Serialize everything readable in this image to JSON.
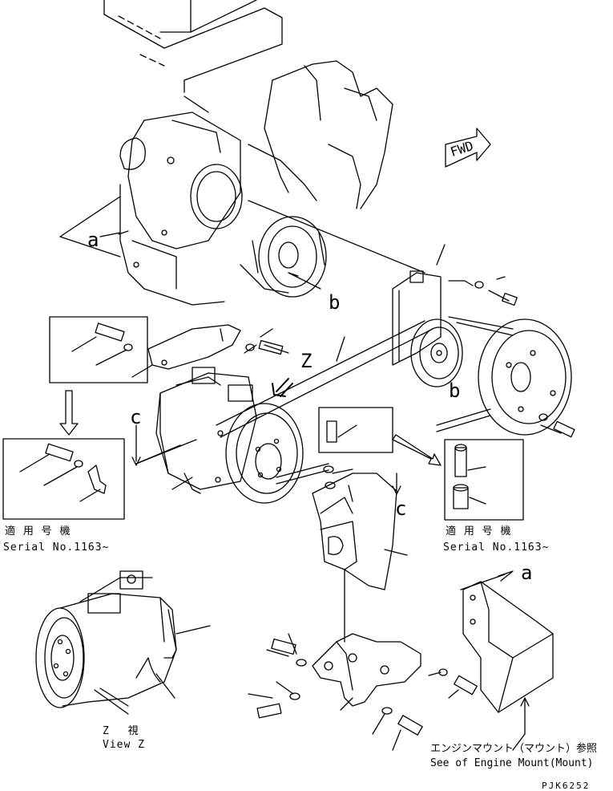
{
  "callouts": {
    "a_left": "a",
    "b_upper": "b",
    "z": "Z",
    "b_lower": "b",
    "c_left": "c",
    "c_right": "c",
    "a_right": "a"
  },
  "fwd_label": "FWD",
  "notes": {
    "left_jp": "適 用 号 機",
    "left_serial": "Serial No.1163~",
    "right_jp": "適 用 号 機",
    "right_serial": "Serial No.1163~",
    "view_jp": "Z　 視",
    "view_en": "View Z",
    "mount_jp": "エンジンマウント（マウント）参照",
    "mount_en": "See of Engine Mount(Mount)",
    "drawing_no": "PJK6252"
  },
  "colors": {
    "ink": "#000000",
    "paper": "#ffffff"
  }
}
